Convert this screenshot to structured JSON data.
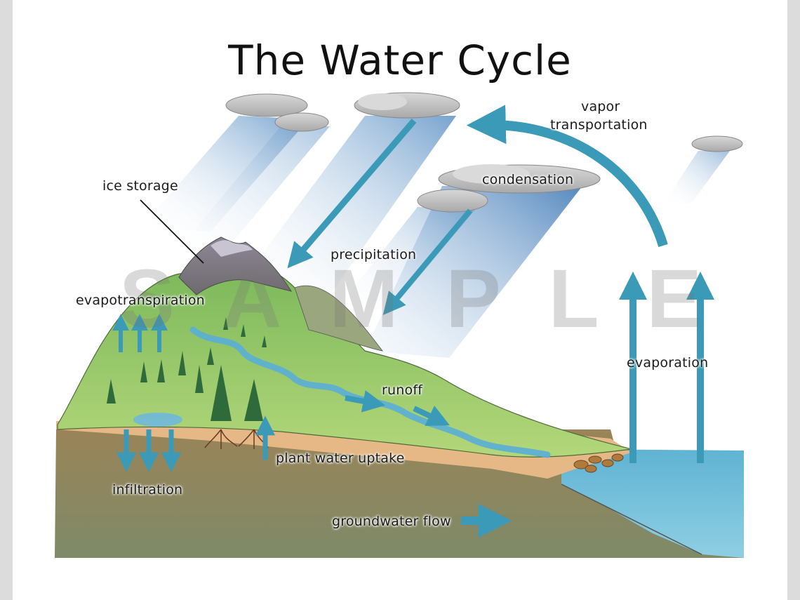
{
  "title": "The Water Cycle",
  "watermark": "SAMPLE",
  "labels": {
    "ice_storage": "ice storage",
    "precipitation": "precipitation",
    "condensation": "condensation",
    "vapor": "vapor",
    "transportation": "transportation",
    "evapotranspiration": "evapotranspiration",
    "evaporation": "evaporation",
    "runoff": "runoff",
    "plant_water_uptake": "plant water uptake",
    "infiltration": "infiltration",
    "groundwater_flow": "groundwater flow"
  },
  "colors": {
    "arrow": "#3a9ab8",
    "water": "#4aa6c8",
    "sky_streak": "#6a9ccc",
    "grass": "#8cc463",
    "soil": "#8a7a52",
    "sand": "#e3b886",
    "mountain": "#a9a2ad"
  }
}
